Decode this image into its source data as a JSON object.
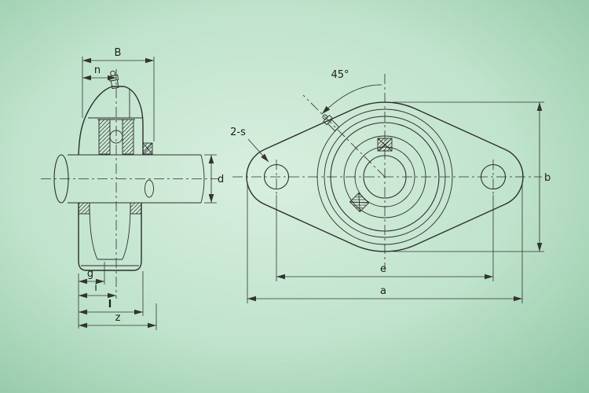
{
  "colors": {
    "background_center": "#d8efdf",
    "background_mid": "#bfe3cc",
    "background_edge": "#8fc6a3",
    "line": "#2e2e2e",
    "dimension_line": "#333333",
    "text": "#1e1e1e"
  },
  "left_view": {
    "dims": {
      "B": "B",
      "n": "n",
      "d": "d",
      "g": "g",
      "i": "i",
      "l": "l",
      "z": "z"
    }
  },
  "right_view": {
    "angle_label": "45°",
    "hole_label": "2-s",
    "dims": {
      "b": "b",
      "e": "e",
      "a": "a"
    }
  }
}
